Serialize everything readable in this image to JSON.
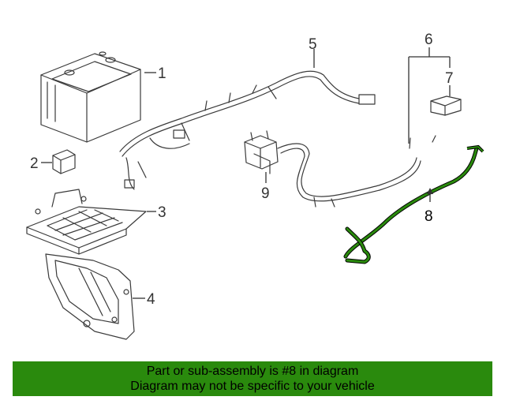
{
  "callouts": {
    "c1": "1",
    "c2": "2",
    "c3": "3",
    "c4": "4",
    "c5": "5",
    "c6": "6",
    "c7": "7",
    "c8": "8",
    "c9": "9"
  },
  "highlight_color": "#2a8a0d",
  "banner": {
    "line1": "Part or sub-assembly is #8 in diagram",
    "line2": "Diagram may not be specific to your vehicle"
  }
}
